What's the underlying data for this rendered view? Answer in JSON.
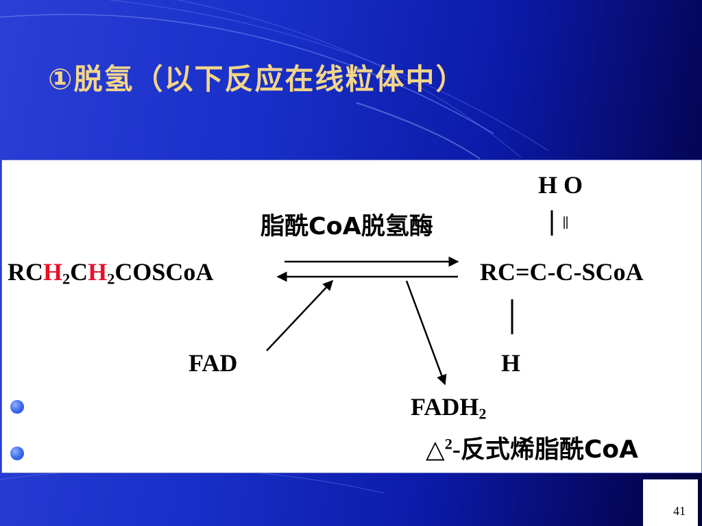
{
  "slide": {
    "title": "①脱氢（以下反应在线粒体中）",
    "page_number": "41"
  },
  "reaction": {
    "enzyme": "脂酰CoA脱氢酶",
    "substrate": {
      "p1": "RC",
      "h1": "H",
      "s1": "2",
      "p2": "C",
      "h2": "H",
      "s2": "2",
      "p3": "COSCoA"
    },
    "product_main": "RC=C-C-SCoA",
    "product_top": "H  O",
    "product_bottom_h": "H",
    "fad": "FAD",
    "fadh2": {
      "base": "FADH",
      "sub": "2"
    },
    "product_name": {
      "triangle": "△",
      "sup": "2",
      "dash": "-",
      "name": "反式烯脂酰CoA"
    }
  },
  "colors": {
    "title": "#f2d58a",
    "highlight_red": "#e8102a",
    "highlight_blue": "#1e2ee0"
  }
}
